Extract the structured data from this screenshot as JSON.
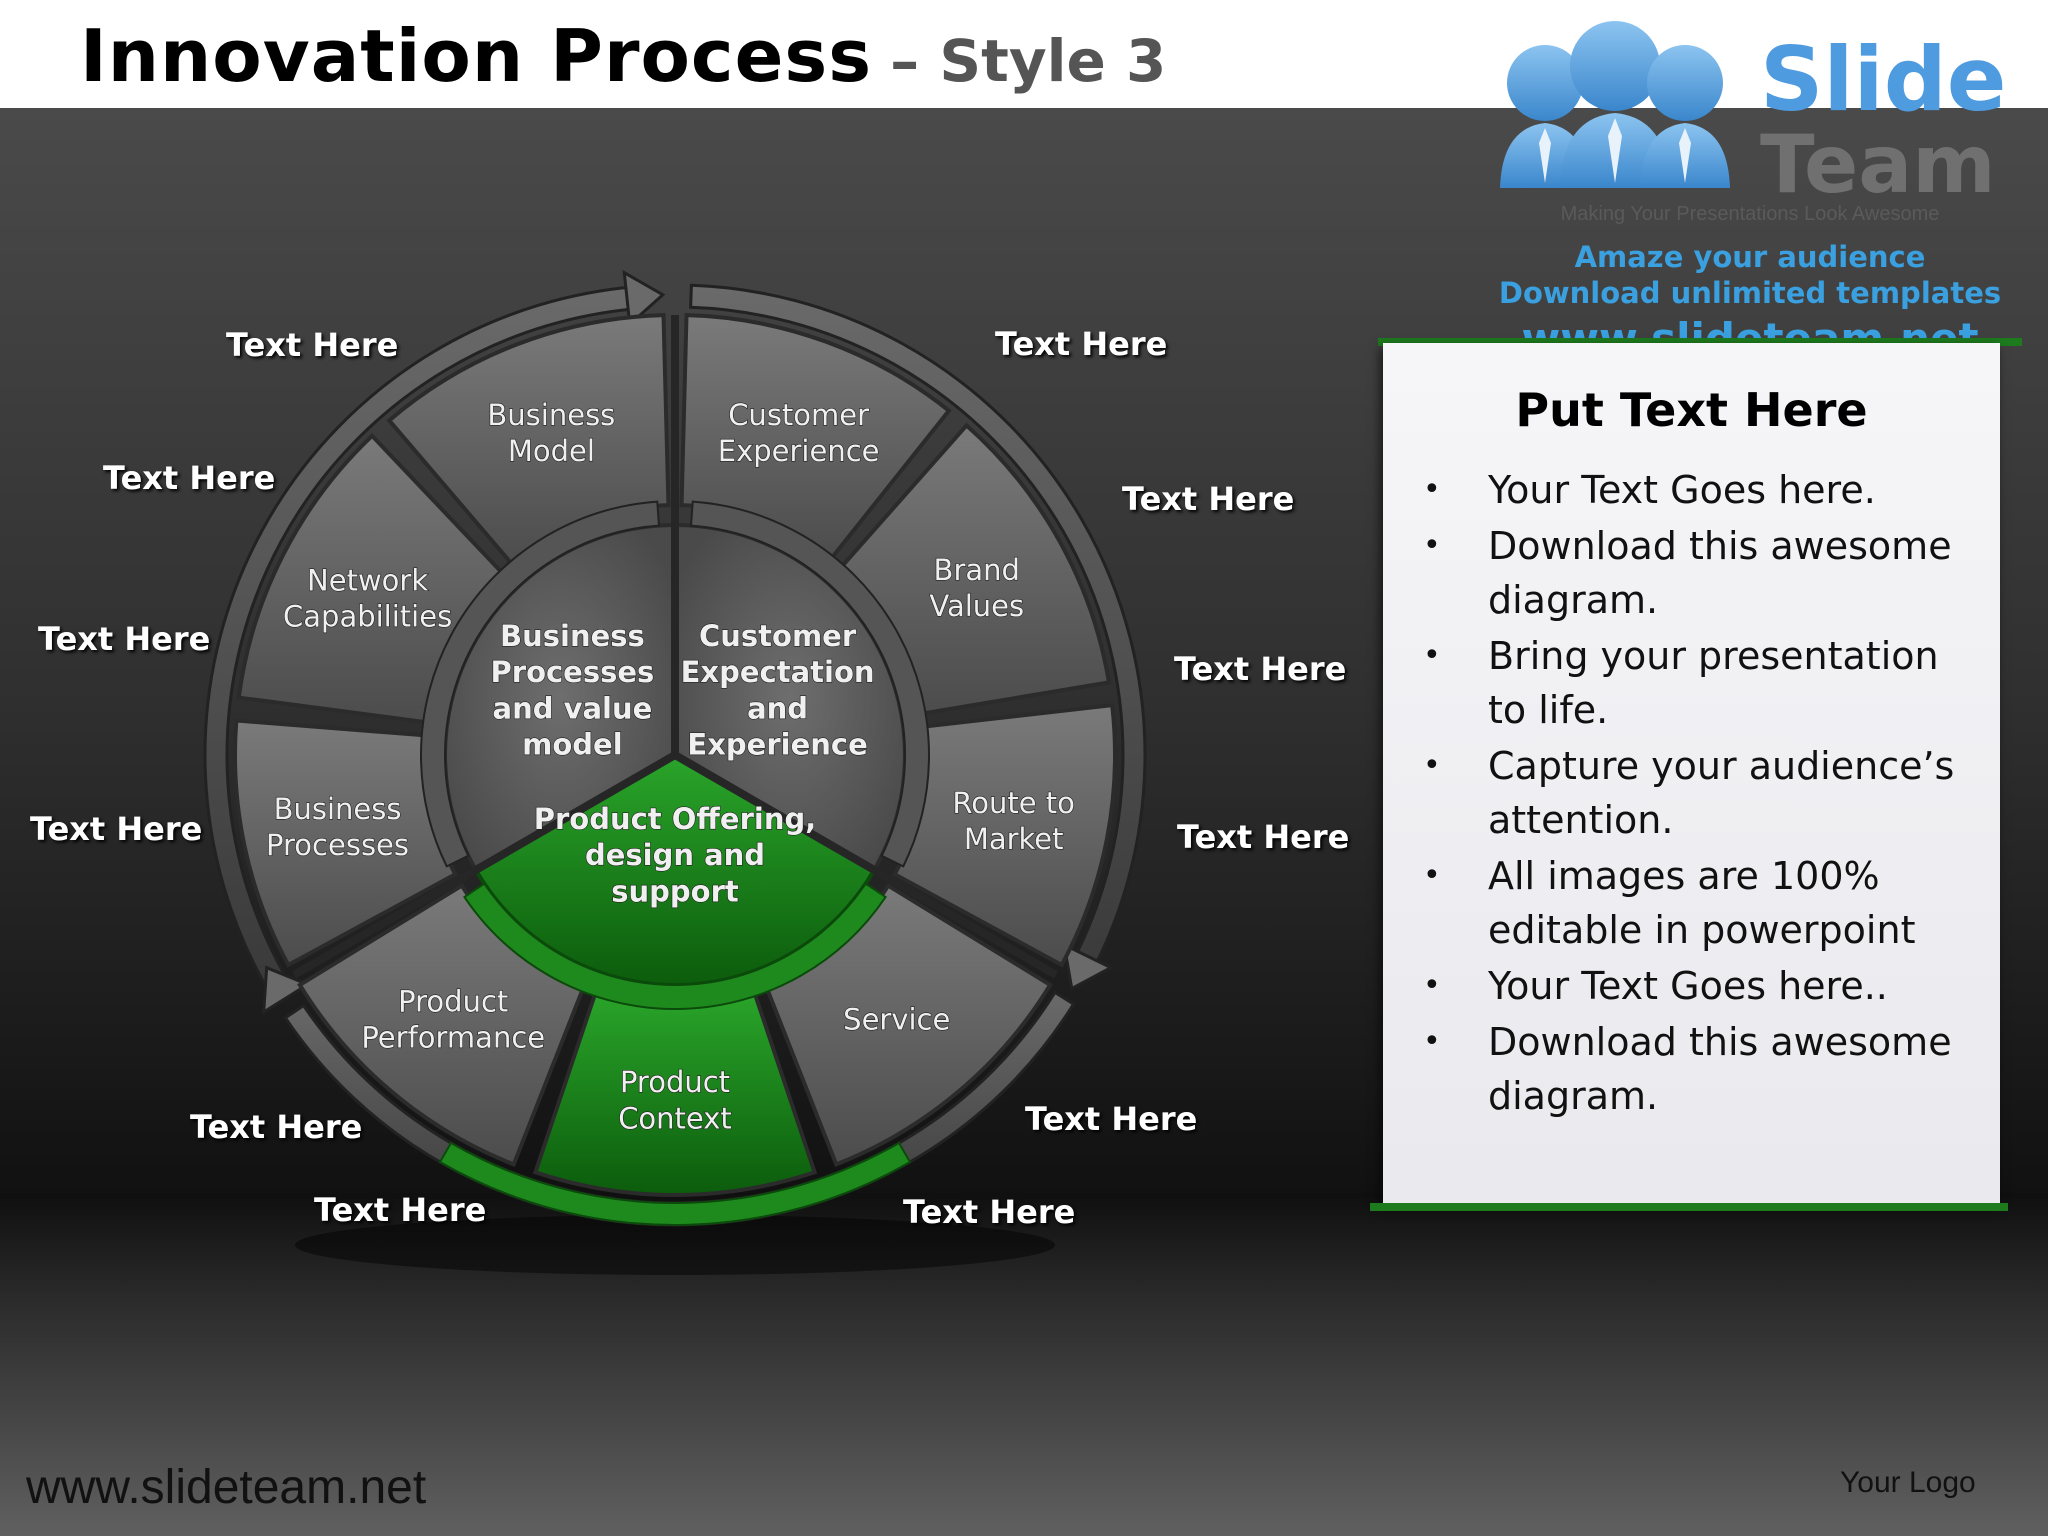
{
  "header": {
    "title": "Innovation Process",
    "subtitle": "– Style 3"
  },
  "brand": {
    "logo_word_1": "Slide",
    "logo_word_2": "Team",
    "tagline": "Making Your Presentations Look Awesome",
    "promo_line_1": "Amaze your audience",
    "promo_line_2": "Download unlimited templates",
    "promo_url": "www.slideteam.net"
  },
  "diagram": {
    "segments": {
      "business_model": [
        "Business",
        "Model"
      ],
      "network_capabilities": [
        "Network",
        "Capabilities"
      ],
      "business_processes": [
        "Business",
        "Processes"
      ],
      "customer_experience": [
        "Customer",
        "Experience"
      ],
      "brand_values": [
        "Brand",
        "Values"
      ],
      "route_to_market": [
        "Route to",
        "Market"
      ],
      "product_performance": [
        "Product",
        "Performance"
      ],
      "product_context": [
        "Product",
        "Context"
      ],
      "service": [
        "Service"
      ]
    },
    "inner": {
      "business_processes_value": [
        "Business",
        "Processes",
        "and value",
        "model"
      ],
      "customer_expectation": [
        "Customer",
        "Expectation",
        "and",
        "Experience"
      ],
      "product_offering": [
        "Product Offering,",
        "design and",
        "support"
      ]
    },
    "outer_labels": {
      "l1": "Text Here",
      "l2": "Text Here",
      "l3": "Text Here",
      "l4": "Text Here",
      "l5": "Text Here",
      "l6": "Text Here",
      "r1": "Text Here",
      "r2": "Text Here",
      "r3": "Text Here",
      "r4": "Text Here",
      "r5": "Text Here",
      "r6": "Text Here"
    },
    "colors": {
      "gray_segment": "#5c5c5c",
      "green": "#1e8a1e",
      "dark_green": "#0b5a0b"
    }
  },
  "panel": {
    "title": "Put Text Here",
    "bullets": [
      "Your Text Goes here.",
      "Download this awesome diagram.",
      "Bring your presentation to life.",
      "Capture your audience’s attention.",
      "All images are 100% editable in powerpoint",
      "Your Text Goes here..",
      "Download this awesome diagram."
    ],
    "bullet_symbol": "•"
  },
  "footer": {
    "url": "www.slideteam.net",
    "logo": "Your Logo"
  }
}
